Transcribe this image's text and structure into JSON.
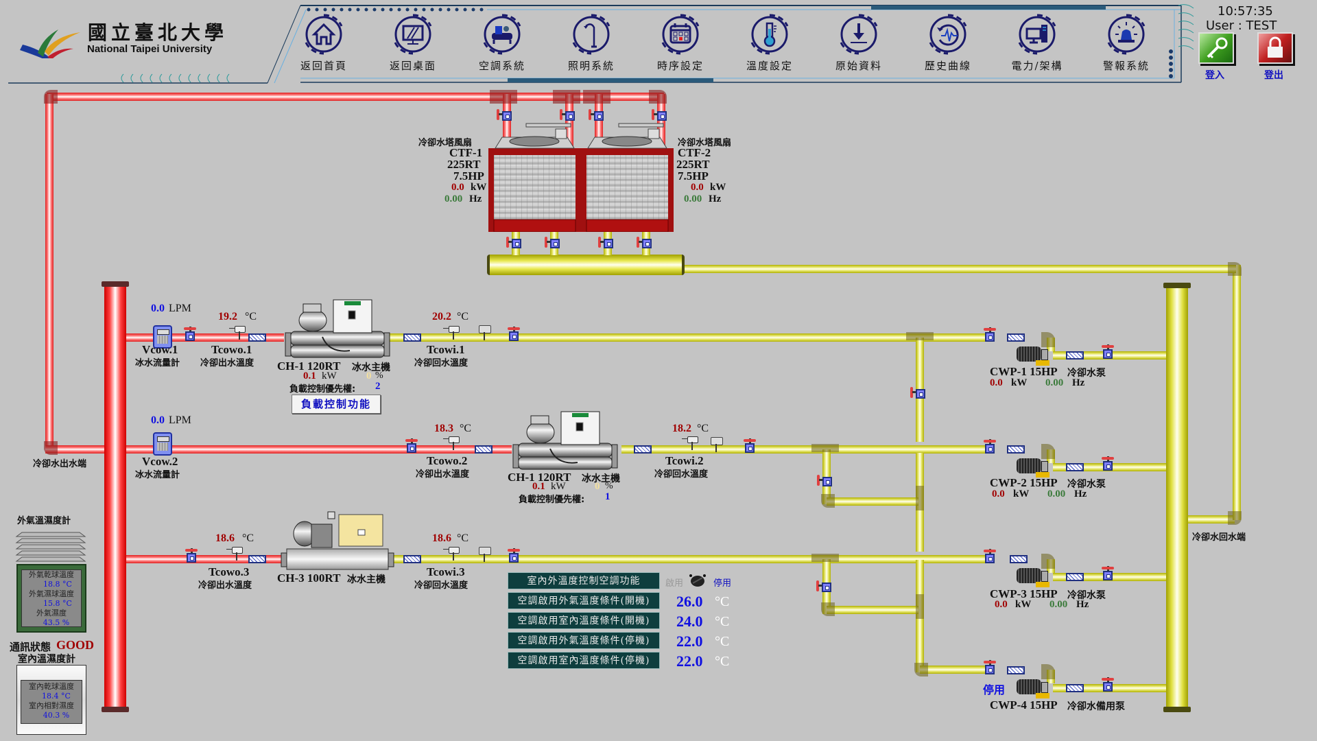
{
  "header": {
    "logo_cn": "國立臺北大學",
    "logo_en": "National Taipei University",
    "clock": "10:57:35",
    "user": "User : TEST",
    "login_label": "登入",
    "logout_label": "登出"
  },
  "nav": [
    {
      "label": "返回首頁",
      "icon": "home-icon"
    },
    {
      "label": "返回桌面",
      "icon": "desktop-icon"
    },
    {
      "label": "空調系統",
      "icon": "hvac-compressor-icon"
    },
    {
      "label": "照明系統",
      "icon": "street-lamp-icon"
    },
    {
      "label": "時序設定",
      "icon": "calendar-icon"
    },
    {
      "label": "溫度設定",
      "icon": "thermometer-icon"
    },
    {
      "label": "原始資料",
      "icon": "download-icon"
    },
    {
      "label": "歷史曲線",
      "icon": "history-chart-icon"
    },
    {
      "label": "電力/架構",
      "icon": "computer-icon"
    },
    {
      "label": "警報系統",
      "icon": "alarm-beacon-icon"
    }
  ],
  "cooling_towers": [
    {
      "title": "冷卻水塔風扇",
      "id": "CTF-1",
      "capacity": "225RT",
      "hp": "7.5HP",
      "kw": "0.0",
      "kw_unit": "kW",
      "hz": "0.00",
      "hz_unit": "Hz"
    },
    {
      "title": "冷卻水塔風扇",
      "id": "CTF-2",
      "capacity": "225RT",
      "hp": "7.5HP",
      "kw": "0.0",
      "kw_unit": "kW",
      "hz": "0.00",
      "hz_unit": "Hz"
    }
  ],
  "flow_meters": [
    {
      "value": "0.0",
      "unit": "LPM",
      "id": "Vcow.1",
      "desc": "冰水流量計"
    },
    {
      "value": "0.0",
      "unit": "LPM",
      "id": "Vcow.2",
      "desc": "冰水流量計"
    }
  ],
  "sensors": {
    "tcowo1": {
      "value": "19.2",
      "unit": "°C",
      "id": "Tcowo.1",
      "desc": "冷卻出水溫度"
    },
    "tcowi1": {
      "value": "20.2",
      "unit": "°C",
      "id": "Tcowi.1",
      "desc": "冷卻回水溫度"
    },
    "tcowo2": {
      "value": "18.3",
      "unit": "°C",
      "id": "Tcowo.2",
      "desc": "冷卻出水溫度"
    },
    "tcowi2": {
      "value": "18.2",
      "unit": "°C",
      "id": "Tcowi.2",
      "desc": "冷卻回水溫度"
    },
    "tcowo3": {
      "value": "18.6",
      "unit": "°C",
      "id": "Tcowo.3",
      "desc": "冷卻出水溫度"
    },
    "tcowi3": {
      "value": "18.6",
      "unit": "°C",
      "id": "Tcowi.3",
      "desc": "冷卻回水溫度"
    }
  },
  "chillers": [
    {
      "name": "CH-1 120RT",
      "desc": "冰水主機",
      "kw": "0.1",
      "kw_unit": "kW",
      "load": "0",
      "load_unit": "%",
      "priority_label": "負載控制優先權:",
      "priority": "2",
      "button": "負載控制功能"
    },
    {
      "name": "CH-1 120RT",
      "desc": "冰水主機",
      "kw": "0.1",
      "kw_unit": "kW",
      "load": "0",
      "load_unit": "%",
      "priority_label": "負載控制優先權:",
      "priority": "1"
    },
    {
      "name": "CH-3 100RT",
      "desc": "冰水主機"
    }
  ],
  "pumps": [
    {
      "name": "CWP-1 15HP",
      "desc": "冷卻水泵",
      "kw": "0.0",
      "kw_unit": "kW",
      "hz": "0.00",
      "hz_unit": "Hz"
    },
    {
      "name": "CWP-2 15HP",
      "desc": "冷卻水泵",
      "kw": "0.0",
      "kw_unit": "kW",
      "hz": "0.00",
      "hz_unit": "Hz"
    },
    {
      "name": "CWP-3 15HP",
      "desc": "冷卻水泵",
      "kw": "0.0",
      "kw_unit": "kW",
      "hz": "0.00",
      "hz_unit": "Hz"
    },
    {
      "name": "CWP-4 15HP",
      "desc": "冷卻水備用泵",
      "status": "停用"
    }
  ],
  "labels": {
    "cw_supply_end": "冷卻水出水端",
    "cw_return_end": "冷卻水回水端",
    "comm_status_label": "通訊狀態",
    "comm_status": "GOOD"
  },
  "outdoor_meter": {
    "title": "外氣溫濕度計",
    "dry_label": "外氣乾球溫度",
    "dry_value": "18.8",
    "dry_unit": "°C",
    "wet_label": "外氣濕球溫度",
    "wet_value": "15.8",
    "wet_unit": "°C",
    "rh_label": "外氣濕度",
    "rh_value": "43.5",
    "rh_unit": "%"
  },
  "indoor_meter": {
    "title": "室內溫濕度計",
    "dry_label": "室內乾球溫度",
    "dry_value": "18.4",
    "dry_unit": "°C",
    "rh_label": "室內相對濕度",
    "rh_value": "40.3",
    "rh_unit": "%"
  },
  "temp_control": {
    "title": "室內外溫度控制空調功能",
    "enable_label": "啟用",
    "disable_label": "停用",
    "switch_state": "停用",
    "rows": [
      {
        "label": "空調啟用外氣溫度條件(開機)",
        "value": "26.0",
        "unit": "°C"
      },
      {
        "label": "空調啟用室內溫度條件(開機)",
        "value": "24.0",
        "unit": "°C"
      },
      {
        "label": "空調啟用外氣溫度條件(停機)",
        "value": "22.0",
        "unit": "°C"
      },
      {
        "label": "空調啟用室內溫度條件(停機)",
        "value": "22.0",
        "unit": "°C"
      }
    ]
  }
}
